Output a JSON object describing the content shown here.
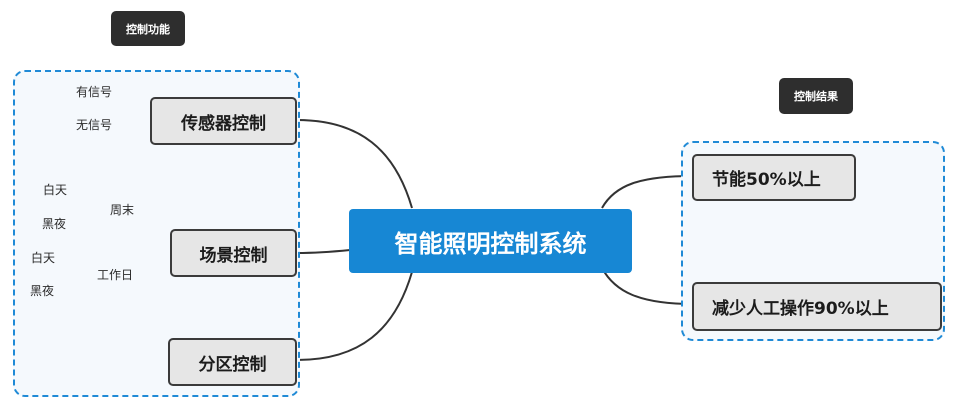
{
  "labels": {
    "control_function": "控制功能",
    "control_result": "控制结果"
  },
  "root": {
    "title": "智能照明控制系统"
  },
  "left_branches": [
    {
      "label": "传感器控制",
      "children": [
        "有信号",
        "无信号"
      ]
    },
    {
      "label": "场景控制",
      "groups": [
        {
          "label": "周末",
          "children": [
            "白天",
            "黑夜"
          ]
        },
        {
          "label": "工作日",
          "children": [
            "白天",
            "黑夜"
          ]
        }
      ]
    },
    {
      "label": "分区控制"
    }
  ],
  "right_branches": [
    {
      "label": "节能50%以上"
    },
    {
      "label": "减少人工操作90%以上"
    }
  ],
  "colors": {
    "root": "#1787d4",
    "group_border": "#1f8ad6",
    "tag_bg": "#2e2e2e",
    "node_bg": "#e6e6e6",
    "node_border": "#3b3b3b",
    "connector": "#333333"
  }
}
